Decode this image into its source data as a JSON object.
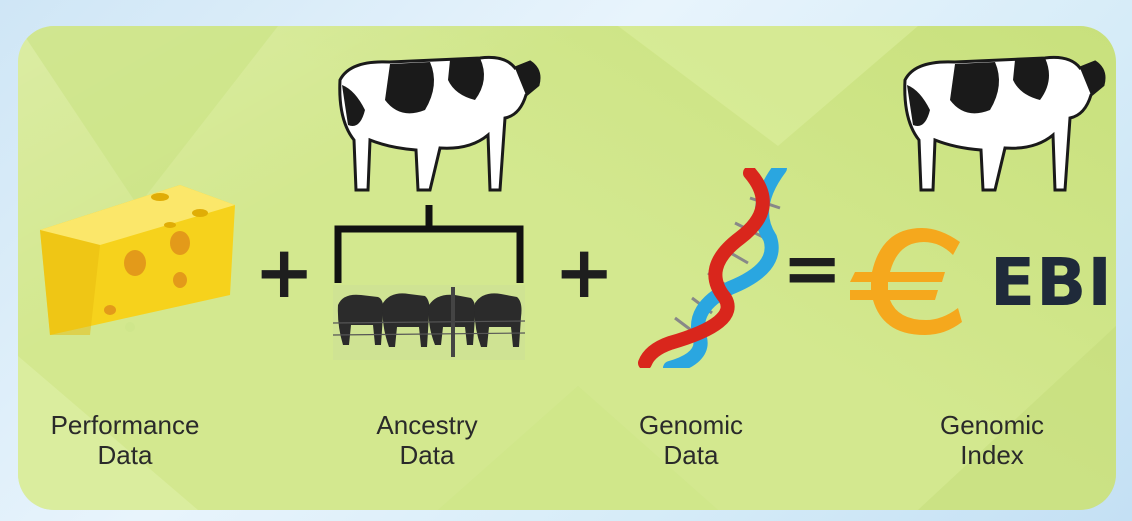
{
  "terms": [
    {
      "line1": "Performance",
      "line2": "Data"
    },
    {
      "line1": "Ancestry",
      "line2": "Data"
    },
    {
      "line1": "Genomic",
      "line2": "Data"
    },
    {
      "line1": "Genomic",
      "line2": "Index"
    }
  ],
  "operators": {
    "plus": "+",
    "equals": "="
  },
  "result_badge": "EBI",
  "colors": {
    "panel": "#d3e88f",
    "cheese": "#f6d21c",
    "euro": "#f5a81d",
    "dna_red": "#d9261c",
    "dna_blue": "#2aa6e0",
    "text": "#2a2a2a"
  },
  "icons": [
    "cheese-icon",
    "holstein-cow-icon",
    "family-tree-bracket-icon",
    "herd-of-cattle-icon",
    "dna-helix-icon",
    "euro-sign-icon"
  ]
}
